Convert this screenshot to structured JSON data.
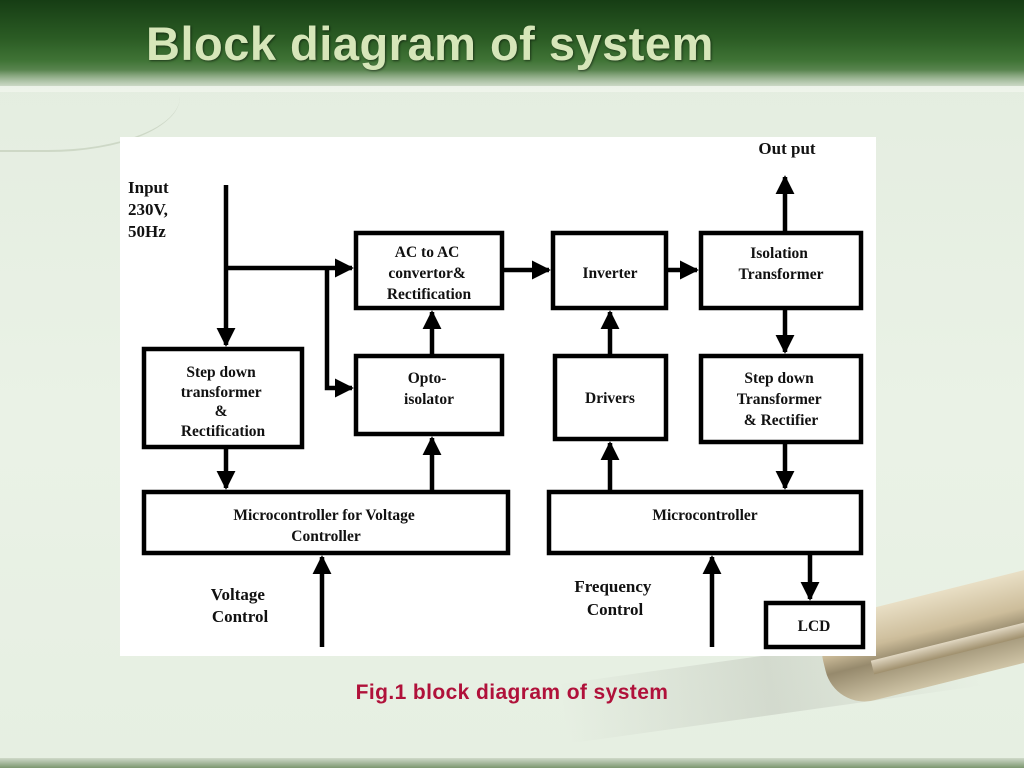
{
  "slide": {
    "title": "Block diagram of system",
    "caption": "Fig.1 block diagram of system"
  },
  "diagram": {
    "input_label": [
      "Input",
      "230V,",
      "50Hz"
    ],
    "output_label": "Out put",
    "blocks": {
      "ac_to_ac": [
        "AC to AC",
        "convertor&",
        "Rectification"
      ],
      "inverter": [
        "Inverter"
      ],
      "isolation_transformer": [
        "Isolation",
        "Transformer"
      ],
      "step_down_left": [
        "Step down",
        "transformer",
        "&",
        "Rectification"
      ],
      "opto_isolator": [
        "Opto-",
        "isolator"
      ],
      "drivers": [
        "Drivers"
      ],
      "step_down_right": [
        "Step down",
        "Transformer",
        "& Rectifier"
      ],
      "mc_voltage": [
        "Microcontroller for Voltage",
        "Controller"
      ],
      "microcontroller": [
        "Microcontroller"
      ],
      "lcd": [
        "LCD"
      ]
    },
    "voltage_control_label": [
      "Voltage",
      "Control"
    ],
    "frequency_control_label": [
      "Frequency",
      "Control"
    ]
  },
  "colors": {
    "title": "#d6e6b9",
    "caption": "#b0113a",
    "header": "#2b5c24"
  }
}
